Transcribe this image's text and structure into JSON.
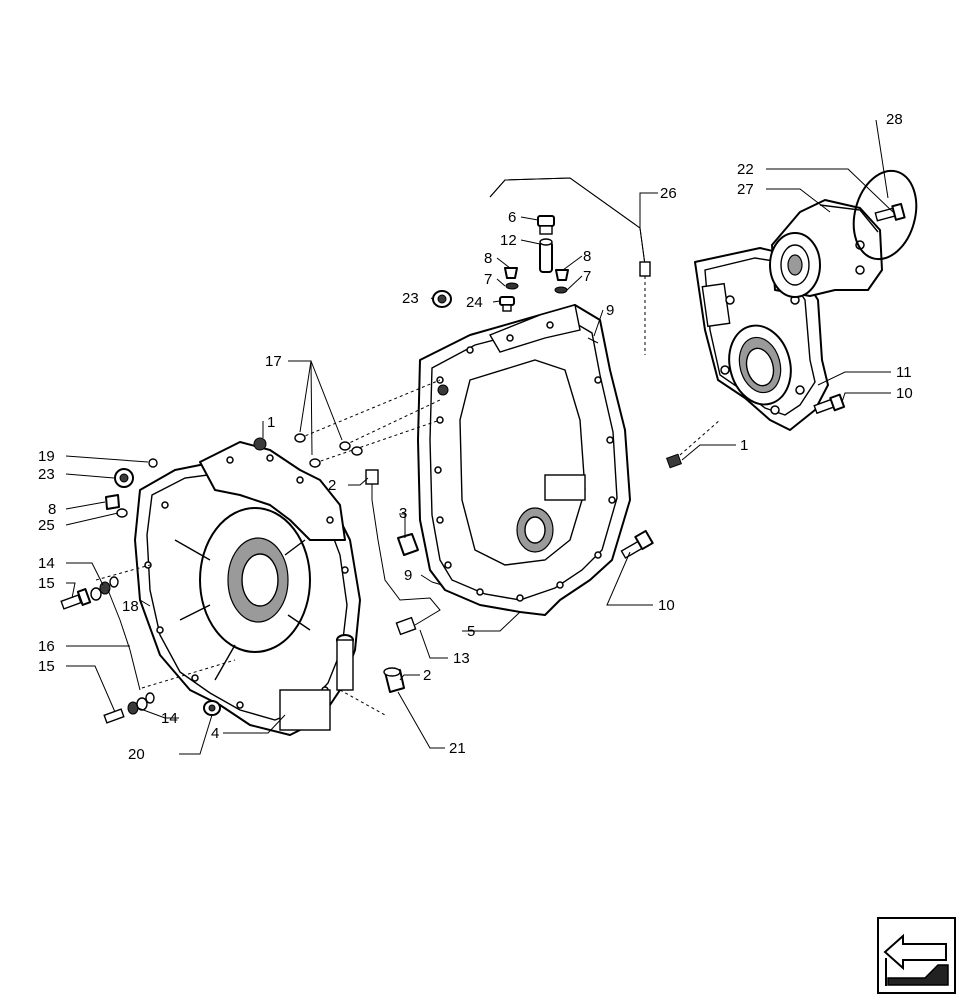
{
  "callouts": {
    "c1": "1",
    "c1b": "1",
    "c2": "2",
    "c2b": "2",
    "c3": "3",
    "c4": "4",
    "c5": "5",
    "c6": "6",
    "c7": "7",
    "c7b": "7",
    "c8": "8",
    "c8b": "8",
    "c8c": "8",
    "c9": "9",
    "c9b": "9",
    "c10": "10",
    "c10b": "10",
    "c11": "11",
    "c12": "12",
    "c13": "13",
    "c14": "14",
    "c14b": "14",
    "c15": "15",
    "c15b": "15",
    "c16": "16",
    "c17": "17",
    "c18": "18",
    "c19": "19",
    "c20": "20",
    "c21": "21",
    "c22": "22",
    "c23": "23",
    "c23b": "23",
    "c24": "24",
    "c25": "25",
    "c26": "26",
    "c27": "27",
    "c28": "28"
  },
  "nav_icon": "next-page-arrow-icon"
}
